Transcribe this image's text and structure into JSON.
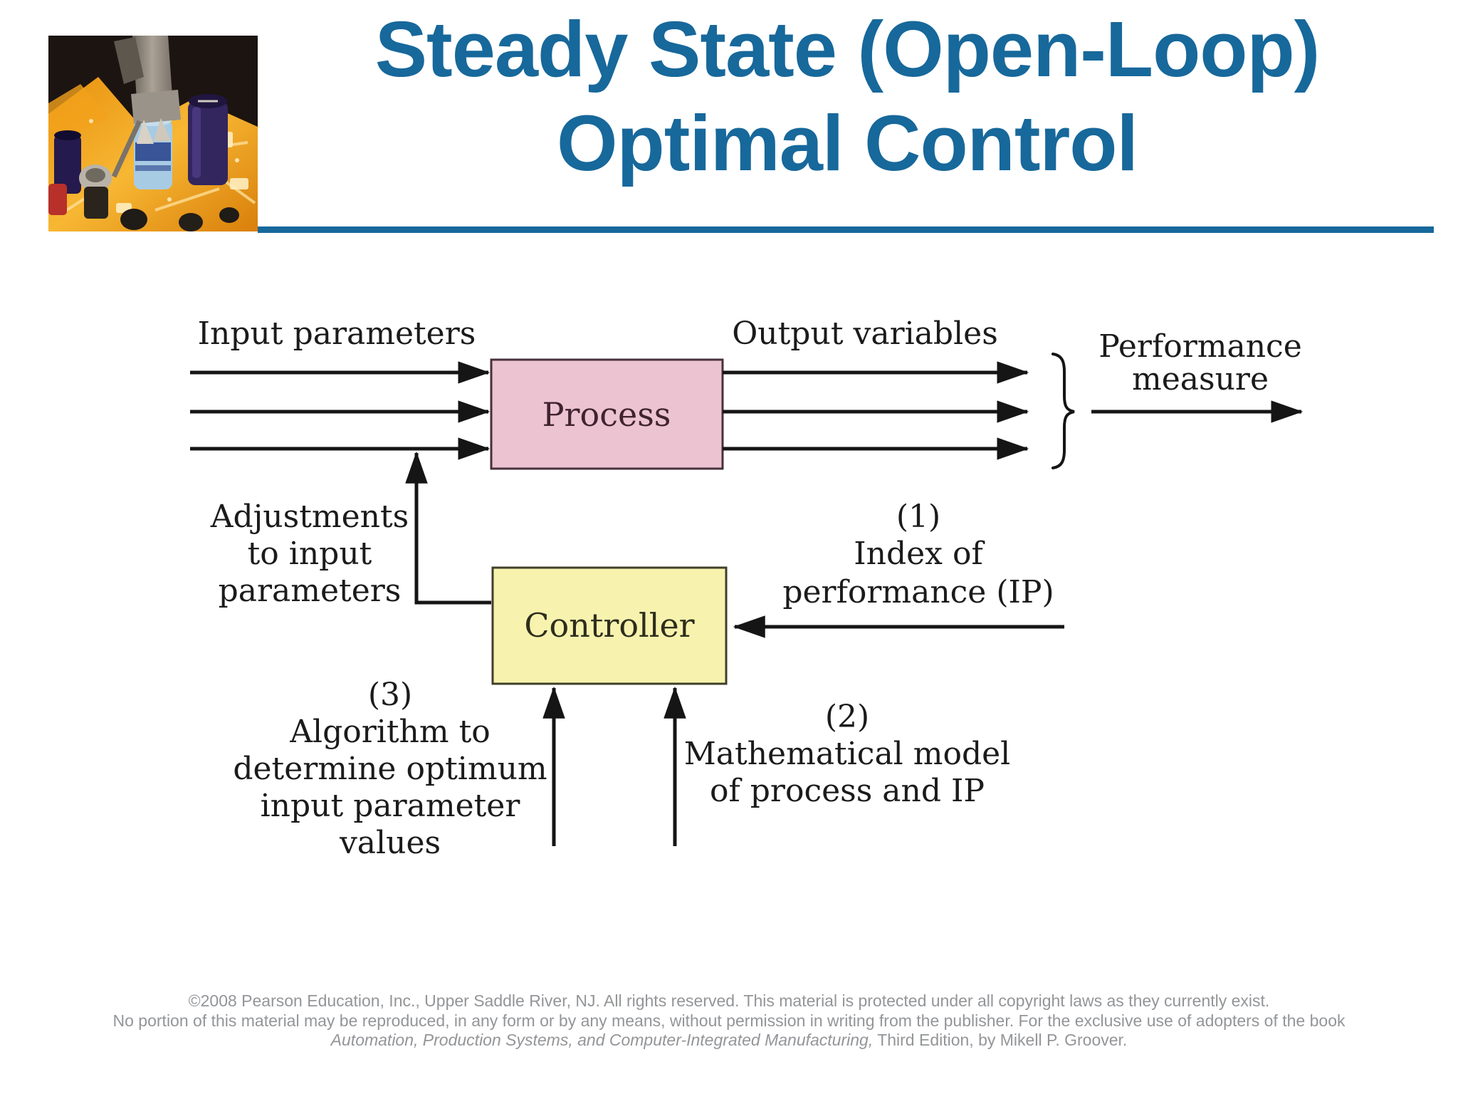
{
  "header": {
    "title_line1": "Steady State (Open-Loop)",
    "title_line2": "Optimal Control",
    "title_color": "#17689b",
    "photo": "circuit-board-closeup-with-component-insertion-tool"
  },
  "diagram": {
    "ink_color": "#151515",
    "labels": {
      "input": "Input parameters",
      "output": "Output variables",
      "performance1": "Performance",
      "performance2": "measure",
      "adjustments1": "Adjustments",
      "adjustments2": "to input",
      "adjustments3": "parameters",
      "note1_num": "(1)",
      "note1_line1": "Index of",
      "note1_line2": "performance (IP)",
      "note2_num": "(2)",
      "note2_line1": "Mathematical model",
      "note2_line2": "of process and IP",
      "note3_num": "(3)",
      "note3_line1": "Algorithm to",
      "note3_line2": "determine optimum",
      "note3_line3": "input parameter",
      "note3_line4": "values"
    },
    "boxes": {
      "process": {
        "label": "Process",
        "fill": "#ecc3d1",
        "stroke": "#46323c"
      },
      "controller": {
        "label": "Controller",
        "fill": "#f7f3ae",
        "stroke": "#3f3f2a"
      }
    }
  },
  "footer": {
    "text_color": "#939598",
    "line1": "©2008 Pearson Education, Inc., Upper Saddle River, NJ.  All rights reserved.  This material is protected under all copyright laws as they currently exist.",
    "line2": "No portion of this material may be reproduced, in any form or by any means, without permission in writing from the publisher.  For the exclusive use of adopters of the book",
    "line3_italic": "Automation, Production Systems, and Computer-Integrated Manufacturing,",
    "line3_rest": " Third Edition, by Mikell P. Groover."
  }
}
